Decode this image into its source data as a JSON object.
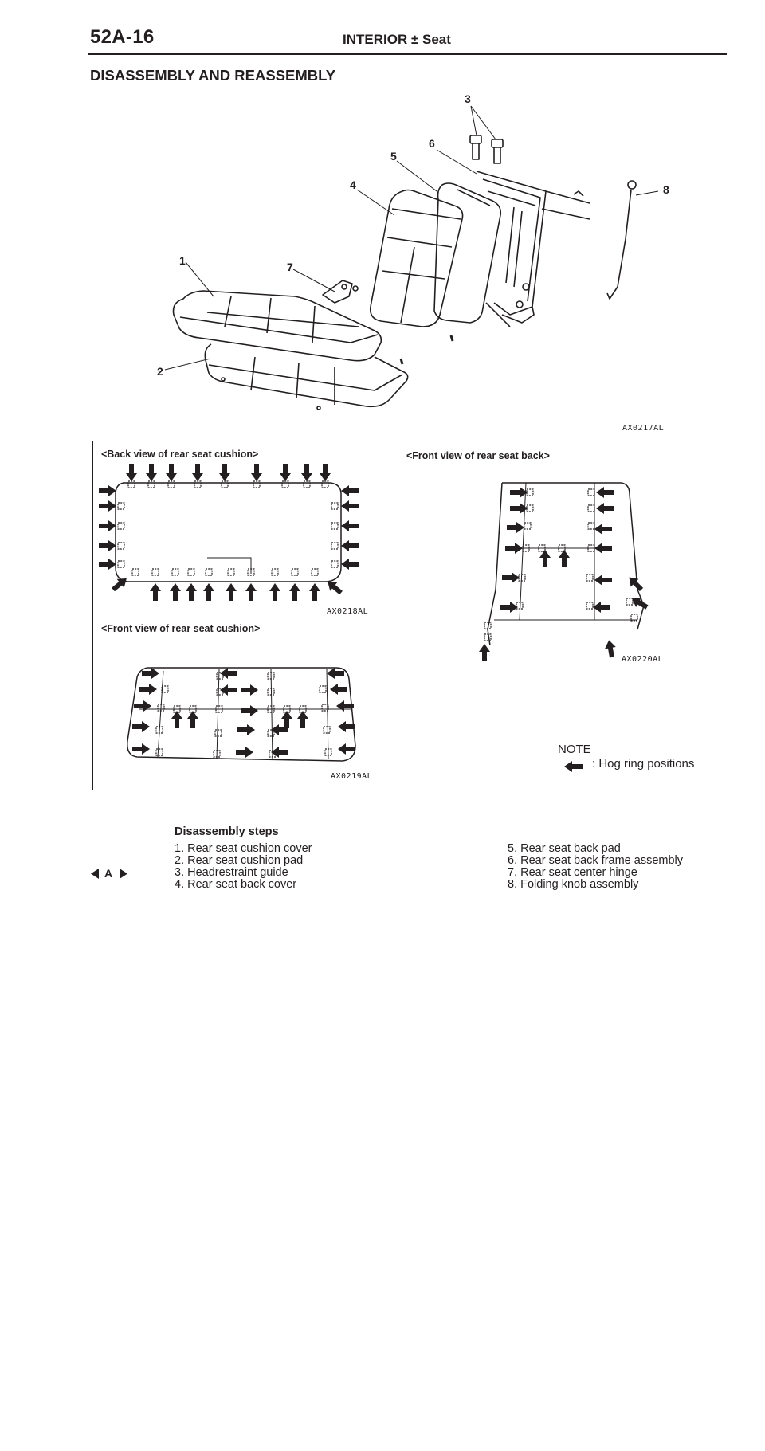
{
  "header": {
    "page_number": "52A-16",
    "title": "INTERIOR ± Seat"
  },
  "section_title": "DISASSEMBLY AND REASSEMBLY",
  "main_figure": {
    "callouts": [
      "1",
      "2",
      "3",
      "4",
      "5",
      "6",
      "7",
      "8"
    ],
    "code": "AX0217AL"
  },
  "detail_figure": {
    "back_view_cushion": {
      "label": "<Back view of rear seat cushion>",
      "code": "AX0218AL"
    },
    "front_view_cushion": {
      "label": "<Front view of rear seat cushion>",
      "code": "AX0219AL"
    },
    "front_view_back": {
      "label": "<Front view of rear seat back>",
      "code": "AX0220AL"
    },
    "note": {
      "title": "NOTE",
      "text": ": Hog ring positions",
      "icon": "hog-ring-arrow-icon"
    }
  },
  "disassembly": {
    "title": "Disassembly steps",
    "service_mark": "A",
    "steps_left": [
      "1. Rear seat cushion cover",
      "2. Rear seat cushion pad",
      "3. Headrestraint guide",
      "4. Rear seat back cover"
    ],
    "steps_right": [
      "5. Rear seat back pad",
      "6. Rear seat back frame assembly",
      "7. Rear seat center hinge",
      "8. Folding knob assembly"
    ]
  },
  "colors": {
    "ink": "#231f20",
    "background": "#ffffff"
  }
}
